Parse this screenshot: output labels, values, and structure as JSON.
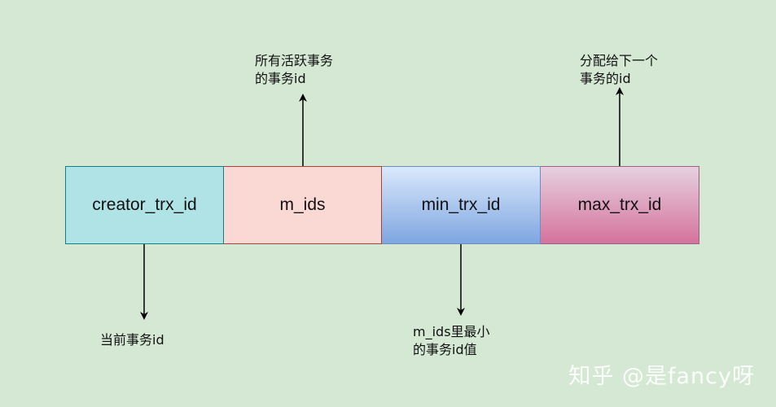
{
  "boxes": [
    {
      "label": "creator_trx_id"
    },
    {
      "label": "m_ids"
    },
    {
      "label": "min_trx_id"
    },
    {
      "label": "max_trx_id"
    }
  ],
  "annotations": {
    "m_ids": "所有活跃事务\n的事务id",
    "max_trx_id": "分配给下一个\n事务的id",
    "creator_trx_id": "当前事务id",
    "min_trx_id": "m_ids里最小\n的事务id值"
  },
  "watermark": "知乎 @是fancy呀",
  "colors": {
    "background": "#d5e8d4",
    "creator_fill": "#b0e3e6",
    "m_ids_fill": "#fad9d5",
    "min_fill": "#7ea6e0",
    "max_fill": "#d5739d"
  }
}
